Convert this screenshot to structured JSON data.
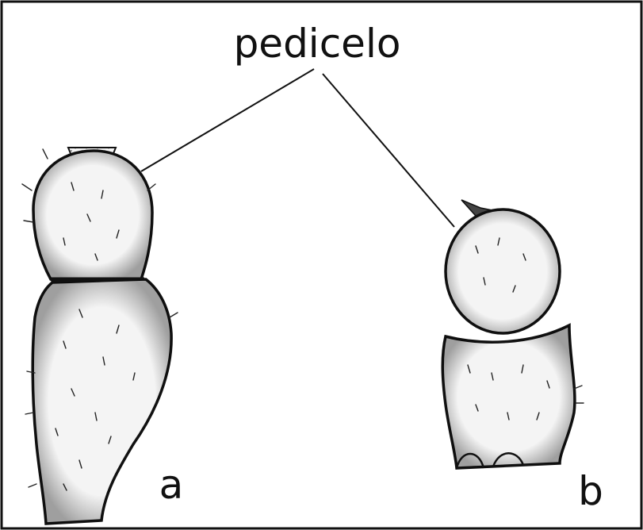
{
  "figure": {
    "title_label": "pedicelo",
    "panel_a_label": "a",
    "panel_b_label": "b",
    "ink_color": "#111111",
    "paper_color": "#ffffff",
    "stipple_color": "#222222"
  }
}
